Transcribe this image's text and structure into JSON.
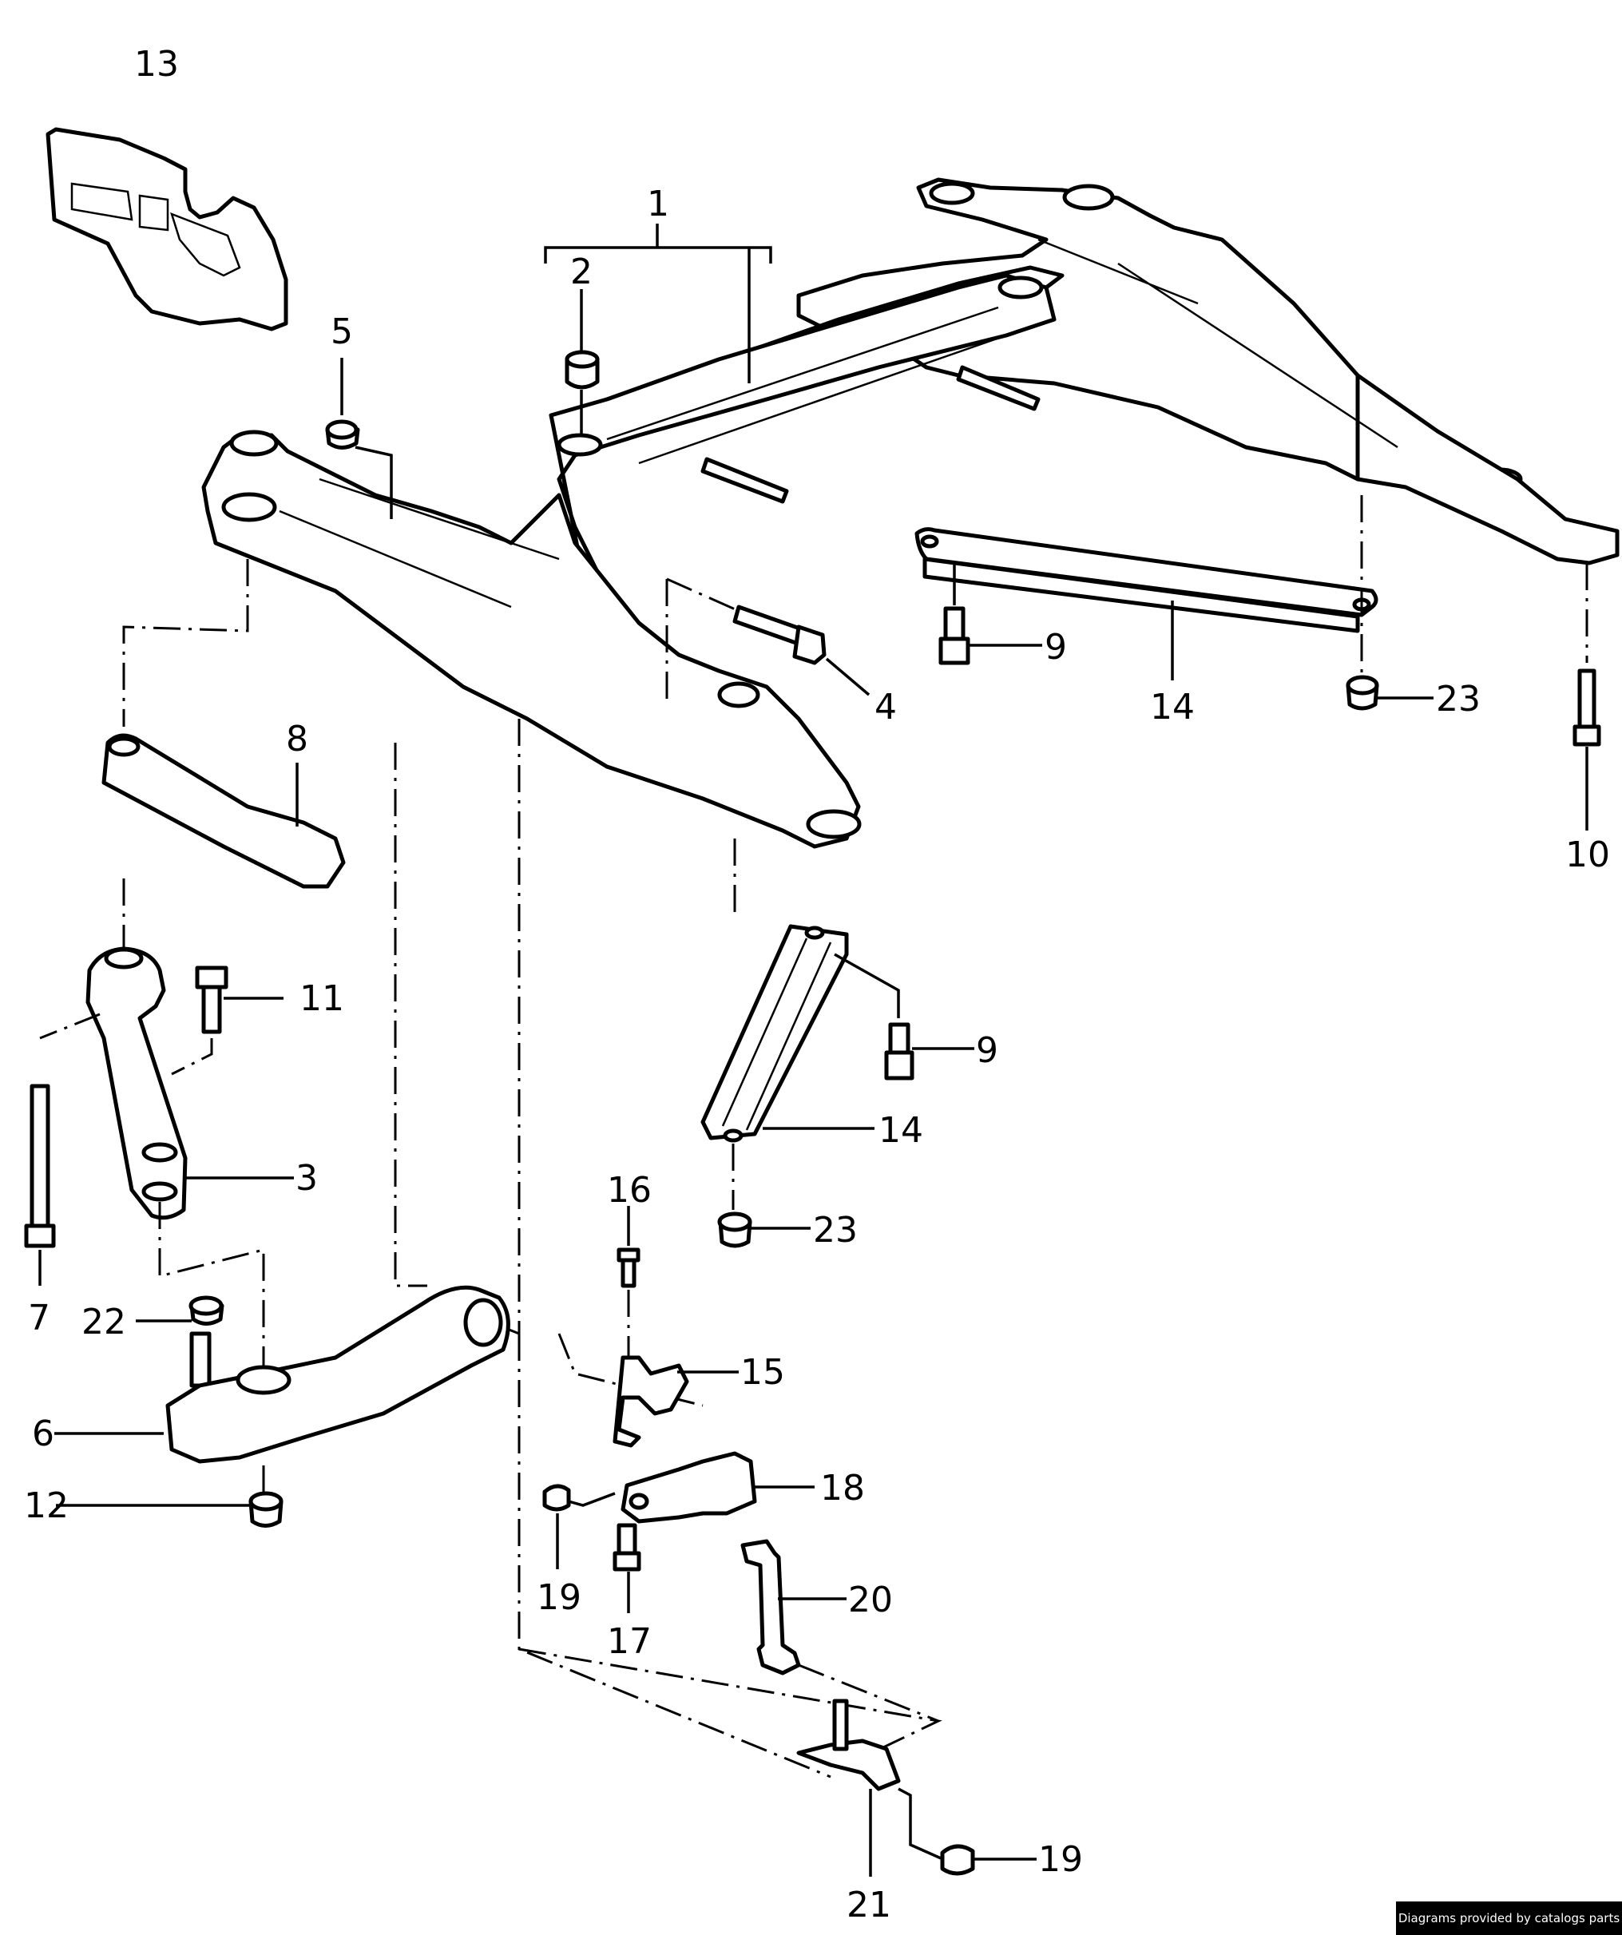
{
  "diagram": {
    "type": "exploded parts diagram",
    "subject": "Front axle cross member / subframe with control arms and level sensor",
    "callouts": [
      {
        "id": "1",
        "part": "cross-member"
      },
      {
        "id": "2",
        "part": "bushing"
      },
      {
        "id": "3",
        "part": "strut-arm"
      },
      {
        "id": "4",
        "part": "bolt"
      },
      {
        "id": "5",
        "part": "nut"
      },
      {
        "id": "6",
        "part": "control-arm"
      },
      {
        "id": "7",
        "part": "bolt"
      },
      {
        "id": "8",
        "part": "bracket"
      },
      {
        "id": "9",
        "part": "bolt"
      },
      {
        "id": "9",
        "part": "bolt"
      },
      {
        "id": "10",
        "part": "bolt"
      },
      {
        "id": "11",
        "part": "bolt"
      },
      {
        "id": "12",
        "part": "nut"
      },
      {
        "id": "13",
        "part": "shield"
      },
      {
        "id": "14",
        "part": "reinforcement-strut"
      },
      {
        "id": "14",
        "part": "reinforcement-strut"
      },
      {
        "id": "15",
        "part": "holder"
      },
      {
        "id": "16",
        "part": "bolt"
      },
      {
        "id": "17",
        "part": "bolt"
      },
      {
        "id": "18",
        "part": "level-sensor"
      },
      {
        "id": "19",
        "part": "nut"
      },
      {
        "id": "19",
        "part": "nut"
      },
      {
        "id": "20",
        "part": "coupling-rod"
      },
      {
        "id": "21",
        "part": "bracket"
      },
      {
        "id": "22",
        "part": "nut"
      },
      {
        "id": "23",
        "part": "nut"
      },
      {
        "id": "23",
        "part": "nut"
      }
    ]
  },
  "watermark": "Diagrams provided by catalogs parts"
}
